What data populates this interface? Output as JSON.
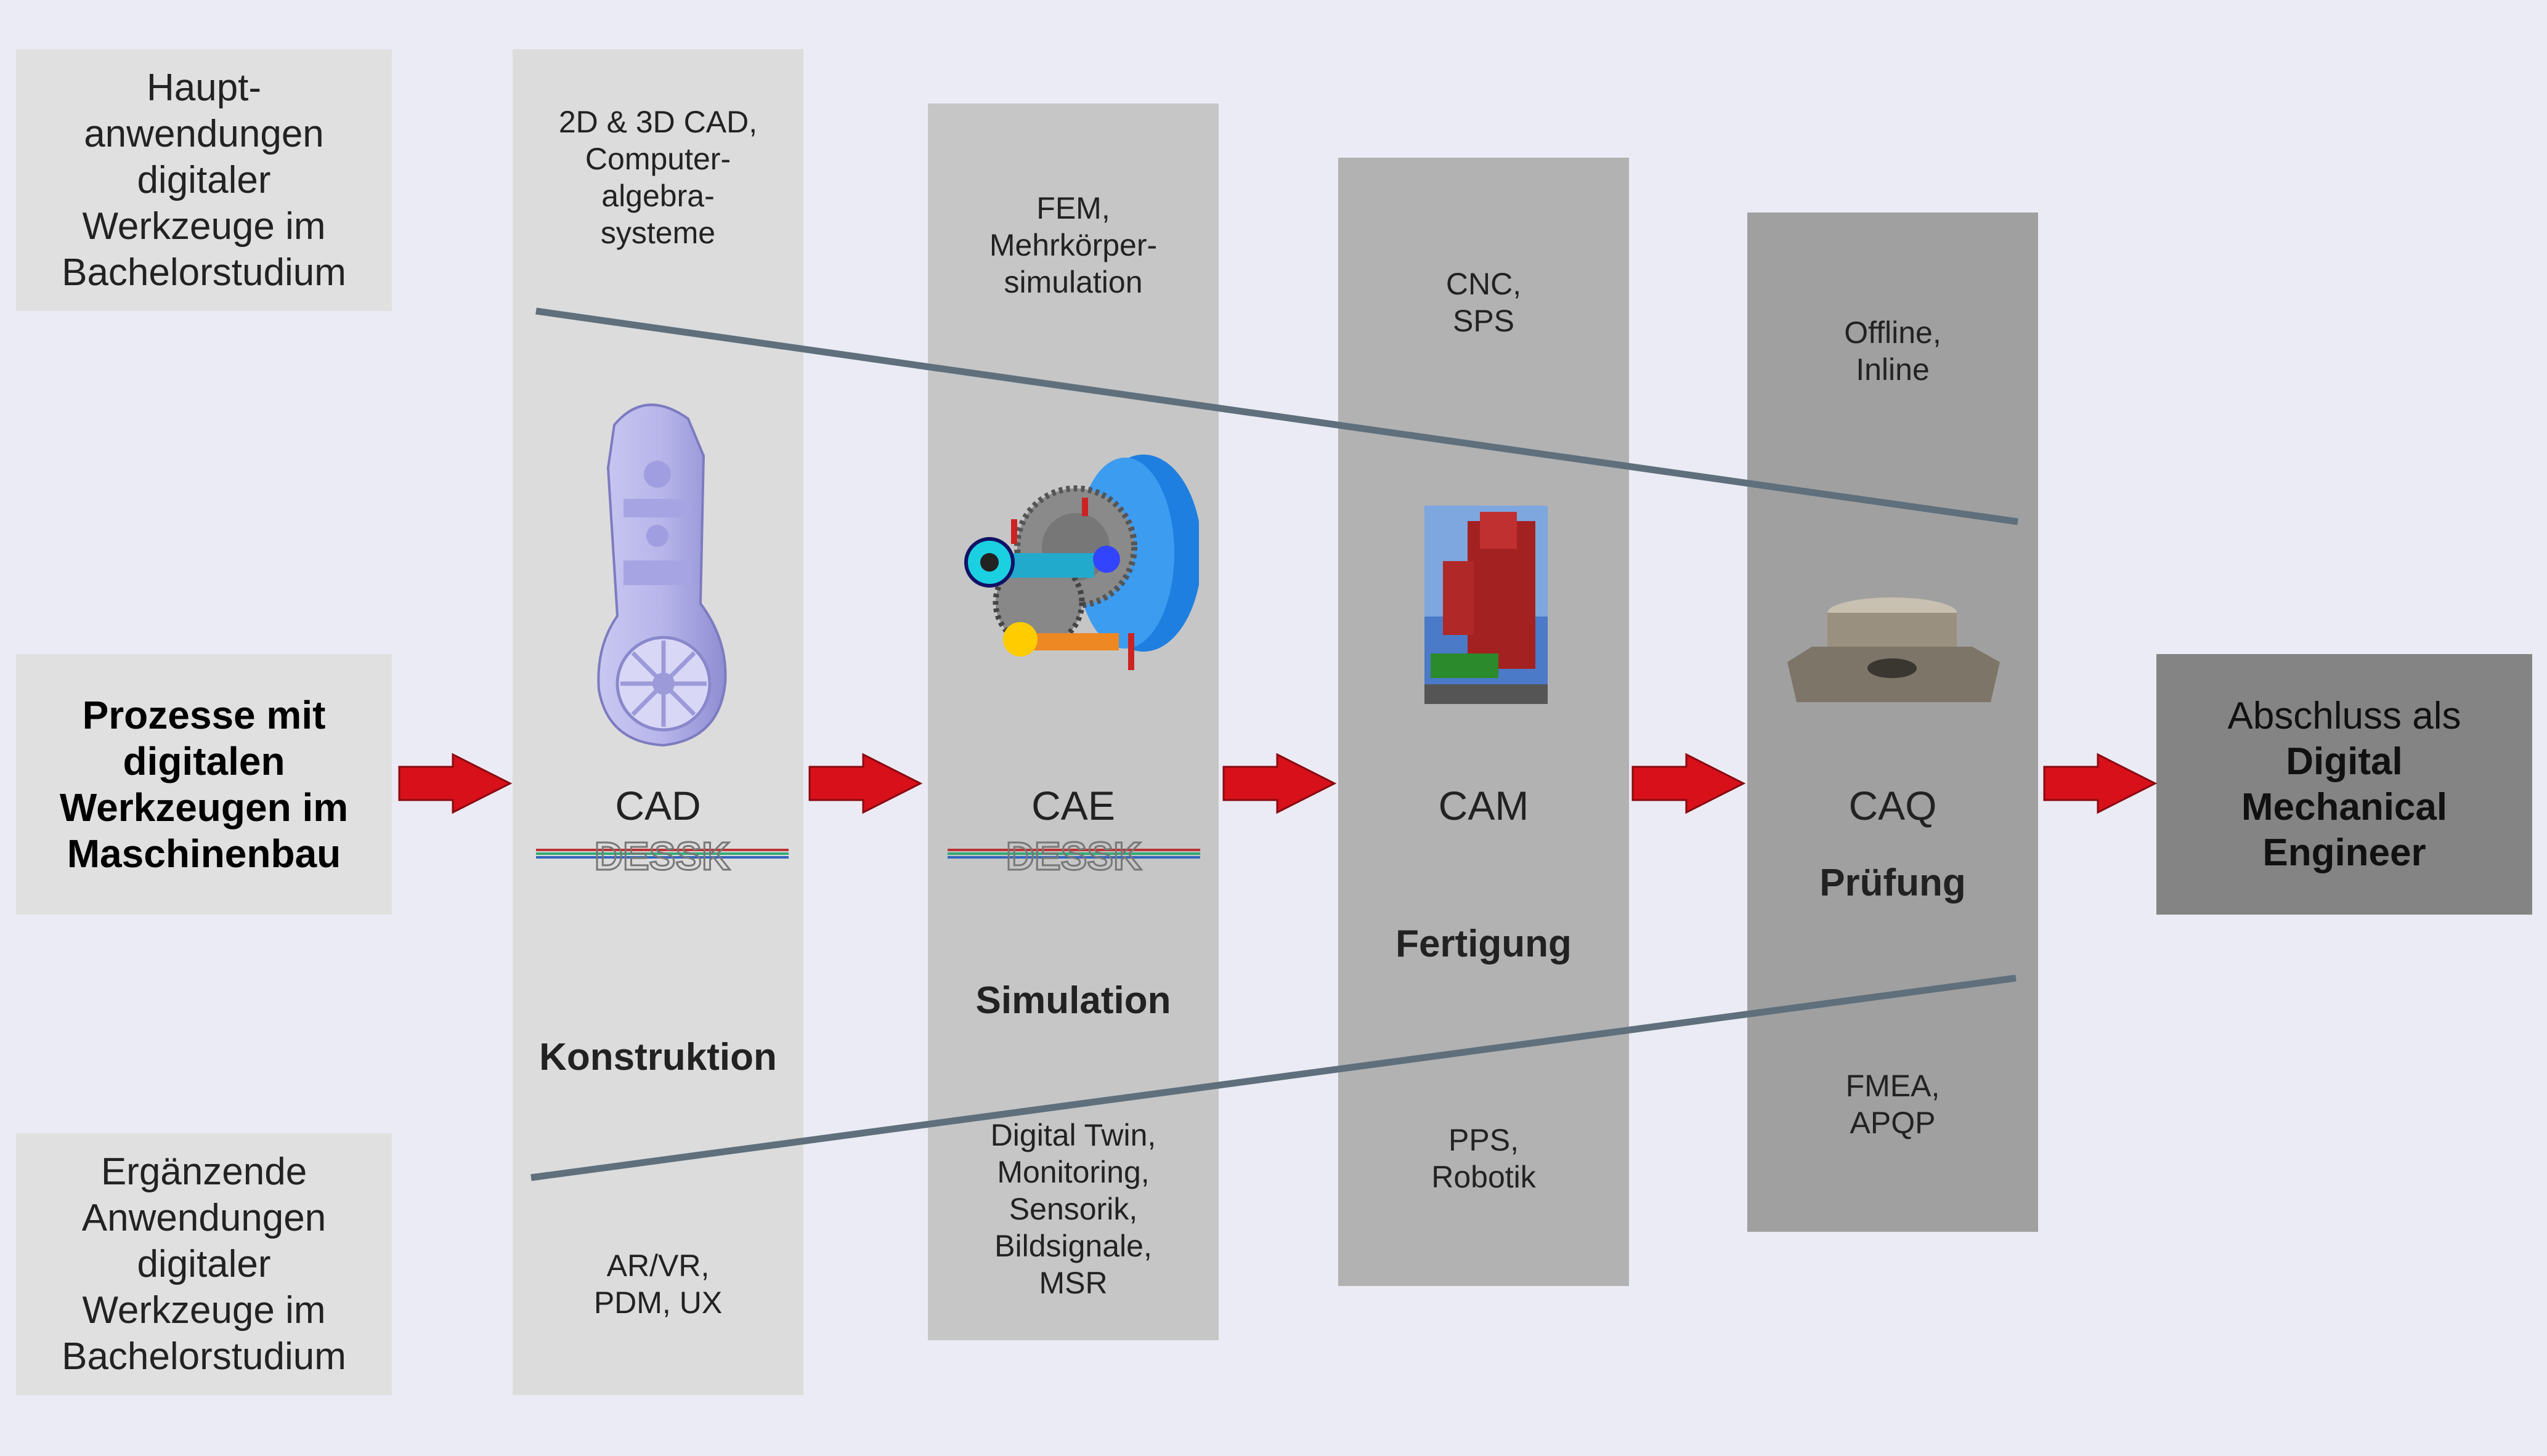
{
  "left_boxes": {
    "top": [
      "Haupt-",
      "anwendungen",
      "digitaler",
      "Werkzeuge im",
      "Bachelorstudium"
    ],
    "middle": [
      "Prozesse mit",
      "digitalen",
      "Werkzeugen im",
      "Maschinenbau"
    ],
    "bottom": [
      "Ergänzende",
      "Anwendungen",
      "digitaler",
      "Werkzeuge im",
      "Bachelorstudium"
    ]
  },
  "columns": [
    {
      "top_text": [
        "2D & 3D CAD,",
        "Computer-",
        "algebra-",
        "systeme"
      ],
      "label": "CAD",
      "heading": "Konstruktion",
      "bottom_text": [
        "AR/VR,",
        "PDM, UX"
      ],
      "color": "#dcdcdc"
    },
    {
      "top_text": [
        "FEM,",
        "Mehrkörper-",
        "simulation"
      ],
      "label": "CAE",
      "heading": "Simulation",
      "bottom_text": [
        "Digital Twin,",
        "Monitoring,",
        "Sensorik,",
        "Bildsignale,",
        "MSR"
      ],
      "color": "#c6c6c6"
    },
    {
      "top_text": [
        "CNC,",
        "SPS"
      ],
      "label": "CAM",
      "heading": "Fertigung",
      "bottom_text": [
        "PPS,",
        "Robotik"
      ],
      "color": "#b2b2b2"
    },
    {
      "top_text": [
        "Offline,",
        "Inline"
      ],
      "label": "CAQ",
      "heading": "Prüfung",
      "bottom_text": [
        "FMEA,",
        "APQP"
      ],
      "color": "#a0a0a0"
    }
  ],
  "logo_text": "DESSK",
  "end_box": {
    "line1": "Abschluss als",
    "bold_lines": [
      "Digital",
      "Mechanical",
      "Engineer"
    ]
  },
  "colors": {
    "background": "#ebebf5",
    "arrow": "#d7101a",
    "line": "#607080",
    "end_box": "#848484"
  },
  "icons": [
    "gearbox-housing-icon",
    "gear-assembly-icon",
    "cnc-machine-icon",
    "cast-part-icon",
    "arrow-right-icon"
  ]
}
